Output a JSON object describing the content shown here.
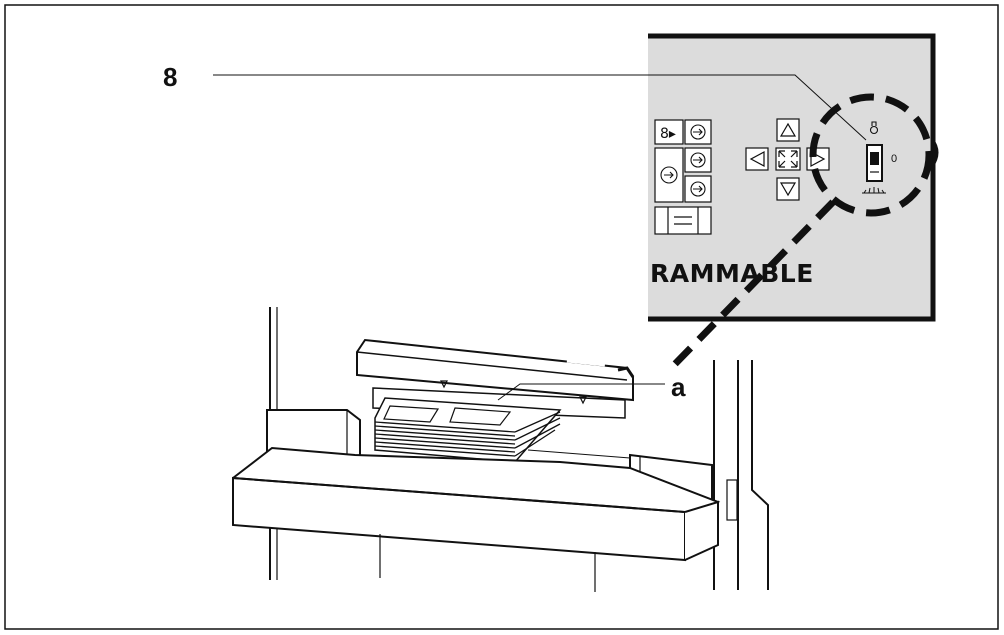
{
  "figure": {
    "callouts": [
      {
        "id": "8",
        "label": "8"
      },
      {
        "id": "a",
        "label": "a"
      }
    ],
    "panel": {
      "brand_text": "RAMMABLE",
      "switch_mark": "0"
    },
    "colors": {
      "line": "#111111",
      "panel_fill": "#dcdcdc",
      "panel_border": "#111111",
      "background": "#ffffff"
    },
    "icons": {
      "panel_keys": [
        "digit-display-key",
        "enter-key",
        "enter-key",
        "enter-key",
        "enter-key",
        "equals-key"
      ],
      "arrow_keys": [
        "arrow-up-key",
        "arrow-left-key",
        "expand-key",
        "arrow-right-key",
        "arrow-down-key"
      ],
      "switch": "light-switch",
      "switch_symbols": [
        "lamp-icon",
        "light-curtain-icon"
      ]
    }
  }
}
